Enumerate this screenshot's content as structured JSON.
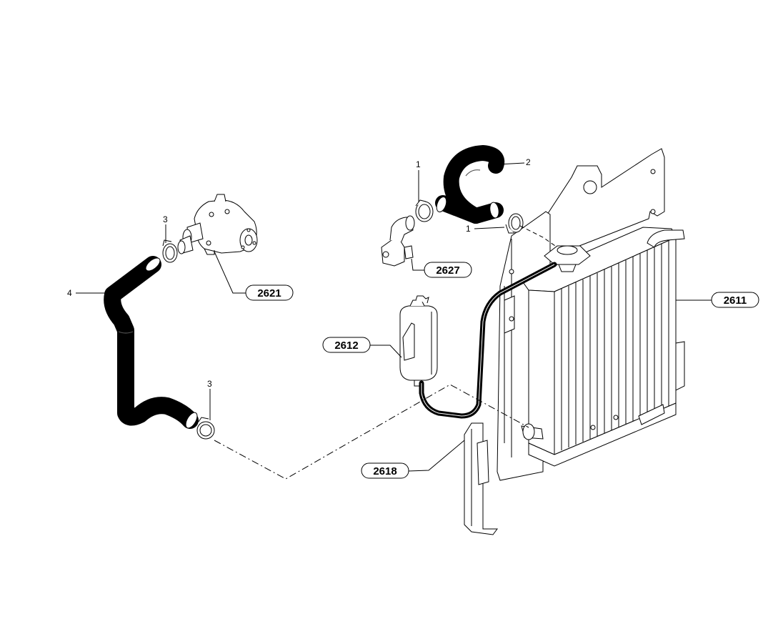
{
  "callouts": {
    "c2621": "2621",
    "c2627": "2627",
    "c2611": "2611",
    "c2612": "2612",
    "c2618": "2618"
  },
  "items": {
    "n1a": "1",
    "n1b": "1",
    "n2": "2",
    "n3a": "3",
    "n3b": "3",
    "n4": "4"
  },
  "colors": {
    "line": "#000000",
    "background": "#ffffff"
  }
}
